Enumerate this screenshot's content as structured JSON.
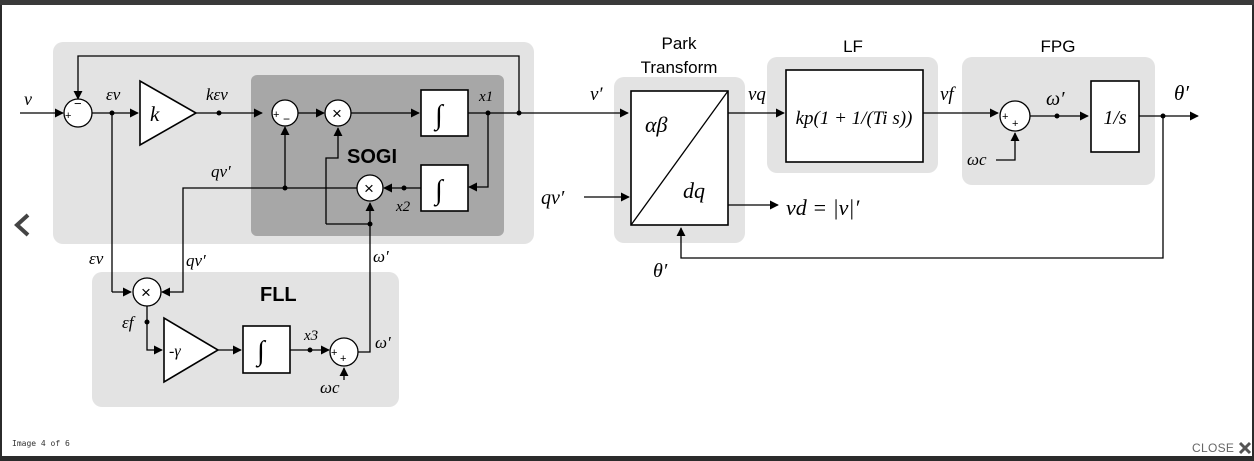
{
  "viewer": {
    "counter_text": "Image 4 of 6",
    "close_label": "CLOSE",
    "prev_icon": "chevron-left-icon",
    "close_icon": "close-x-icon"
  },
  "diagram": {
    "blocks": {
      "sogi": "SOGI",
      "fll": "FLL",
      "park_line1": "Park",
      "park_line2": "Transform",
      "lf": "LF",
      "fpg": "FPG"
    },
    "signals": {
      "v": "v",
      "eps_v": "εv",
      "gain_k": "k",
      "k_eps_v": "kεv",
      "x1": "x1",
      "x2": "x2",
      "x3": "x3",
      "qv_prime": "qv′",
      "v_prime": "v′",
      "eps_f": "εf",
      "neg_gamma": "-γ",
      "omega_prime": "ω′",
      "omega_c": "ωc",
      "alpha_beta": "αβ",
      "dq": "dq",
      "v_q": "vq",
      "v_f": "vf",
      "theta_prime": "θ′",
      "v_d_eq": "vd = |v|′",
      "lf_formula": "kp(1 + 1/(Ti s))",
      "fpg_tf": "1/s",
      "integrator": "∫"
    }
  }
}
